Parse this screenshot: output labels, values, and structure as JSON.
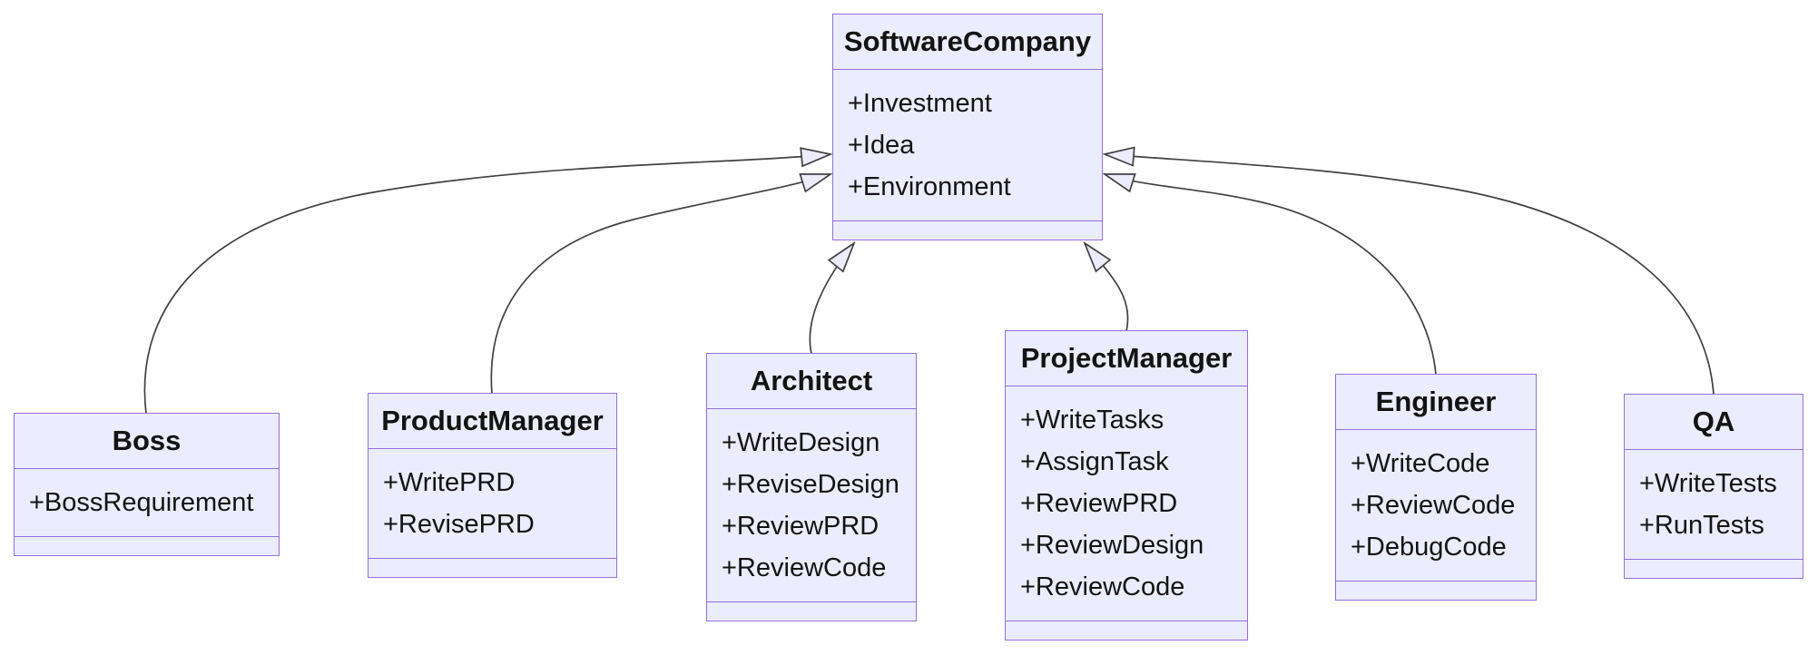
{
  "diagram": {
    "type": "uml-class-diagram",
    "background": "#ffffff",
    "node_fill": "#ECECFF",
    "node_border": "#9370DB",
    "edge_color": "#404040",
    "text_color": "#131313",
    "arrow_style": "hollow-triangle-inheritance"
  },
  "classes": [
    {
      "name": "SoftwareCompany",
      "members": [
        "+Investment",
        "+Idea",
        "+Environment"
      ]
    },
    {
      "name": "Boss",
      "members": [
        "+BossRequirement"
      ]
    },
    {
      "name": "ProductManager",
      "members": [
        "+WritePRD",
        "+RevisePRD"
      ]
    },
    {
      "name": "Architect",
      "members": [
        "+WriteDesign",
        "+ReviseDesign",
        "+ReviewPRD",
        "+ReviewCode"
      ]
    },
    {
      "name": "ProjectManager",
      "members": [
        "+WriteTasks",
        "+AssignTask",
        "+ReviewPRD",
        "+ReviewDesign",
        "+ReviewCode"
      ]
    },
    {
      "name": "Engineer",
      "members": [
        "+WriteCode",
        "+ReviewCode",
        "+DebugCode"
      ]
    },
    {
      "name": "QA",
      "members": [
        "+WriteTests",
        "+RunTests"
      ]
    }
  ],
  "relationships": [
    {
      "from": "Boss",
      "to": "SoftwareCompany",
      "type": "inheritance"
    },
    {
      "from": "ProductManager",
      "to": "SoftwareCompany",
      "type": "inheritance"
    },
    {
      "from": "Architect",
      "to": "SoftwareCompany",
      "type": "inheritance"
    },
    {
      "from": "ProjectManager",
      "to": "SoftwareCompany",
      "type": "inheritance"
    },
    {
      "from": "Engineer",
      "to": "SoftwareCompany",
      "type": "inheritance"
    },
    {
      "from": "QA",
      "to": "SoftwareCompany",
      "type": "inheritance"
    }
  ]
}
